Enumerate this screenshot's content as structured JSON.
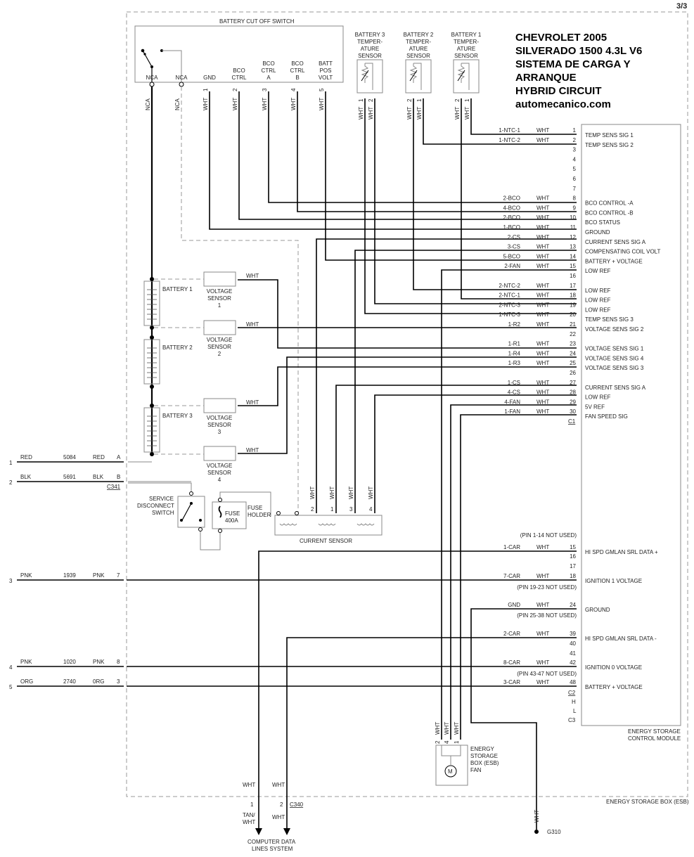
{
  "page_number": "3/3",
  "title": {
    "lines": [
      "CHEVROLET 2005",
      "SILVERADO 1500 4.3L V6",
      "SISTEMA DE CARGA Y",
      "ARRANQUE",
      "HYBRID CIRCUIT",
      "automecanico.com"
    ]
  },
  "bco_switch": {
    "title": "BATTERY CUT OFF SWITCH",
    "pins": [
      {
        "label": [
          "NCA"
        ],
        "wire": "NCA",
        "pin": ""
      },
      {
        "label": [
          "NCA"
        ],
        "wire": "NCA",
        "pin": ""
      },
      {
        "label": [
          "GND"
        ],
        "wire": "WHT",
        "pin": "1"
      },
      {
        "label": [
          "BCO",
          "CTRL"
        ],
        "wire": "WHT",
        "pin": "2"
      },
      {
        "label": [
          "BCO",
          "CTRL",
          "A"
        ],
        "wire": "WHT",
        "pin": "3"
      },
      {
        "label": [
          "BCO",
          "CTRL",
          "B"
        ],
        "wire": "WHT",
        "pin": "4"
      },
      {
        "label": [
          "BATT",
          "POS",
          "VOLT"
        ],
        "wire": "WHT",
        "pin": "5"
      }
    ]
  },
  "temp_sensors": [
    {
      "name": [
        "BATTERY 3",
        "TEMPER-",
        "ATURE",
        "SENSOR"
      ],
      "pins": [
        {
          "pin": "1",
          "wire": "WHT"
        },
        {
          "pin": "2",
          "wire": "WHT"
        }
      ]
    },
    {
      "name": [
        "BATTERY 2",
        "TEMPER-",
        "ATURE",
        "SENSOR"
      ],
      "pins": [
        {
          "pin": "2",
          "wire": "WHT"
        },
        {
          "pin": "1",
          "wire": "WHT"
        }
      ]
    },
    {
      "name": [
        "BATTERY 1",
        "TEMPER-",
        "ATURE",
        "SENSOR"
      ],
      "pins": [
        {
          "pin": "2",
          "wire": "WHT"
        },
        {
          "pin": "1",
          "wire": "WHT"
        }
      ]
    }
  ],
  "batteries": [
    "BATTERY 1",
    "BATTERY 2",
    "BATTERY 3"
  ],
  "voltage_sensors": [
    {
      "name": [
        "VOLTAGE",
        "SENSOR",
        "1"
      ],
      "wire": "WHT"
    },
    {
      "name": [
        "VOLTAGE",
        "SENSOR",
        "2"
      ],
      "wire": "WHT"
    },
    {
      "name": [
        "VOLTAGE",
        "SENSOR",
        "3"
      ],
      "wire": "WHT"
    },
    {
      "name": [
        "VOLTAGE",
        "SENSOR",
        "4"
      ],
      "wire": "WHT"
    }
  ],
  "external_circuits": [
    {
      "num": "1",
      "color_left": "RED",
      "circuit": "5084",
      "color_right": "RED",
      "pin": "A"
    },
    {
      "num": "2",
      "color_left": "BLK",
      "circuit": "5691",
      "color_right": "BLK",
      "pin": "B"
    },
    {
      "num": "3",
      "color_left": "PNK",
      "circuit": "1939",
      "color_right": "PNK",
      "pin": "7"
    },
    {
      "num": "4",
      "color_left": "PNK",
      "circuit": "1020",
      "color_right": "PNK",
      "pin": "8"
    },
    {
      "num": "5",
      "color_left": "ORG",
      "circuit": "2740",
      "color_right": "0RG",
      "pin": "3"
    }
  ],
  "connector_c341": "C341",
  "service_disconnect": [
    "SERVICE",
    "DISCONNECT",
    "SWITCH"
  ],
  "fuse": [
    "FUSE",
    "400A"
  ],
  "fuse_holder": [
    "FUSE",
    "HOLDER"
  ],
  "current_sensor": {
    "label": "CURRENT SENSOR",
    "pins": [
      {
        "pin": "2",
        "wire": "WHT"
      },
      {
        "pin": "1",
        "wire": "WHT"
      },
      {
        "pin": "3",
        "wire": "WHT"
      },
      {
        "pin": "4",
        "wire": "WHT"
      }
    ]
  },
  "module": {
    "name": [
      "ENERGY STORAGE",
      "CONTROL MODULE"
    ],
    "c1": {
      "label": "C1",
      "rows": [
        {
          "pin": "1",
          "circuit": "1-NTC-1",
          "wire": "WHT",
          "func": "TEMP SENS SIG 1"
        },
        {
          "pin": "2",
          "circuit": "1-NTC-2",
          "wire": "WHT",
          "func": "TEMP SENS SIG 2"
        },
        {
          "pin": "3",
          "circuit": "",
          "wire": "",
          "func": ""
        },
        {
          "pin": "4",
          "circuit": "",
          "wire": "",
          "func": ""
        },
        {
          "pin": "5",
          "circuit": "",
          "wire": "",
          "func": ""
        },
        {
          "pin": "6",
          "circuit": "",
          "wire": "",
          "func": ""
        },
        {
          "pin": "7",
          "circuit": "",
          "wire": "",
          "func": ""
        },
        {
          "pin": "8",
          "circuit": "2-BCO",
          "wire": "WHT",
          "func": "BCO CONTROL -A"
        },
        {
          "pin": "9",
          "circuit": "4-BCO",
          "wire": "WHT",
          "func": "BCO CONTROL -B"
        },
        {
          "pin": "10",
          "circuit": "2-BCO",
          "wire": "WHT",
          "func": "BCO STATUS"
        },
        {
          "pin": "11",
          "circuit": "1-BCO",
          "wire": "WHT",
          "func": "GROUND"
        },
        {
          "pin": "12",
          "circuit": "2-CS",
          "wire": "WHT",
          "func": "CURRENT SENS SIG A"
        },
        {
          "pin": "13",
          "circuit": "3-CS",
          "wire": "WHT",
          "func": "COMPENSATING COIL VOLT"
        },
        {
          "pin": "14",
          "circuit": "5-BCO",
          "wire": "WHT",
          "func": "BATTERY + VOLTAGE"
        },
        {
          "pin": "15",
          "circuit": "2-FAN",
          "wire": "WHT",
          "func": "LOW REF"
        },
        {
          "pin": "16",
          "circuit": "",
          "wire": "",
          "func": ""
        },
        {
          "pin": "17",
          "circuit": "2-NTC-2",
          "wire": "WHT",
          "func": "LOW REF"
        },
        {
          "pin": "18",
          "circuit": "2-NTC-1",
          "wire": "WHT",
          "func": "LOW REF"
        },
        {
          "pin": "19",
          "circuit": "2-NTC-3",
          "wire": "WHT",
          "func": "LOW REF"
        },
        {
          "pin": "20",
          "circuit": "1-NTC-3",
          "wire": "WHT",
          "func": "TEMP SENS SIG 3"
        },
        {
          "pin": "21",
          "circuit": "1-R2",
          "wire": "WHT",
          "func": "VOLTAGE SENS SIG 2"
        },
        {
          "pin": "22",
          "circuit": "",
          "wire": "",
          "func": ""
        },
        {
          "pin": "23",
          "circuit": "1-R1",
          "wire": "WHT",
          "func": "VOLTAGE SENS SIG 1"
        },
        {
          "pin": "24",
          "circuit": "1-R4",
          "wire": "WHT",
          "func": "VOLTAGE SENS SIG 4"
        },
        {
          "pin": "25",
          "circuit": "1-R3",
          "wire": "WHT",
          "func": "VOLTAGE SENS SIG 3"
        },
        {
          "pin": "26",
          "circuit": "",
          "wire": "",
          "func": ""
        },
        {
          "pin": "27",
          "circuit": "1-CS",
          "wire": "WHT",
          "func": "CURRENT SENS SIG A"
        },
        {
          "pin": "28",
          "circuit": "4-CS",
          "wire": "WHT",
          "func": "LOW REF"
        },
        {
          "pin": "29",
          "circuit": "4-FAN",
          "wire": "WHT",
          "func": "5V REF"
        },
        {
          "pin": "30",
          "circuit": "1-FAN",
          "wire": "WHT",
          "func": "FAN SPEED SIG"
        }
      ]
    },
    "c2": {
      "label": "C2",
      "rows": [
        {
          "note": "(PIN 1-14 NOT USED)"
        },
        {
          "pin": "15",
          "circuit": "1-CAR",
          "wire": "WHT",
          "func": "HI SPD GMLAN SRL DATA +"
        },
        {
          "pin": "16",
          "circuit": "",
          "wire": "",
          "func": ""
        },
        {
          "pin": "17",
          "circuit": "",
          "wire": "",
          "func": ""
        },
        {
          "pin": "18",
          "circuit": "7-CAR",
          "wire": "WHT",
          "func": "IGNITION 1 VOLTAGE"
        },
        {
          "note": "(PIN 19-23 NOT USED)"
        },
        {
          "pin": "24",
          "circuit": "GND",
          "wire": "WHT",
          "func": "GROUND"
        },
        {
          "note": "(PIN 25-38 NOT USED)"
        },
        {
          "pin": "39",
          "circuit": "2-CAR",
          "wire": "WHT",
          "func": "HI SPD GMLAN SRL DATA -"
        },
        {
          "pin": "40",
          "circuit": "",
          "wire": "",
          "func": ""
        },
        {
          "pin": "41",
          "circuit": "",
          "wire": "",
          "func": ""
        },
        {
          "pin": "42",
          "circuit": "8-CAR",
          "wire": "WHT",
          "func": "IGNITION 0 VOLTAGE"
        },
        {
          "note": "(PIN 43-47 NOT USED)"
        },
        {
          "pin": "48",
          "circuit": "3-CAR",
          "wire": "WHT",
          "func": "BATTERY + VOLTAGE"
        }
      ]
    },
    "c3": {
      "label": "C3",
      "pins": [
        "H",
        "L"
      ]
    }
  },
  "esb_fan": {
    "name": [
      "ENERGY",
      "STORAGE",
      "BOX (ESB)",
      "FAN"
    ],
    "motor": "M",
    "pins": [
      {
        "pin": "2",
        "wire": "WHT"
      },
      {
        "pin": "4",
        "wire": "WHT"
      },
      {
        "pin": "1",
        "wire": "WHT"
      }
    ]
  },
  "esb_box_label": "ENERGY STORAGE BOX (ESB)",
  "c340": {
    "label": "C340",
    "pins": [
      {
        "pin": "1",
        "wire_in": "WHT",
        "wire_out": [
          "TAN/",
          "WHT"
        ]
      },
      {
        "pin": "2",
        "wire_in": "WHT",
        "wire_out": [
          "WHT"
        ]
      }
    ],
    "destination": [
      "COMPUTER DATA",
      "LINES SYSTEM"
    ]
  },
  "ground": {
    "label": "G310",
    "wire": "WHT"
  }
}
